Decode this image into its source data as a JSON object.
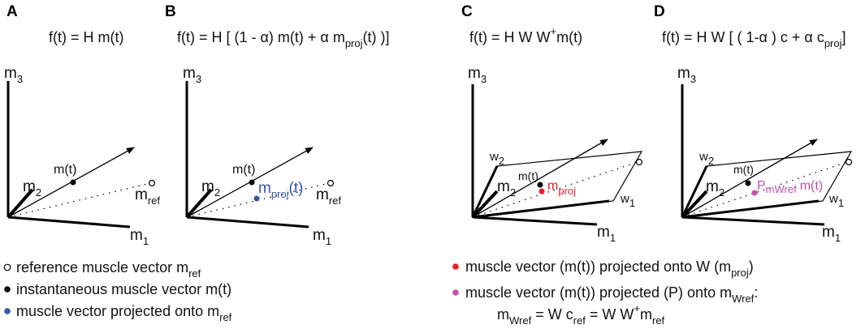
{
  "panels": [
    {
      "letter": "A",
      "equation": "f(t) = H m(t)"
    },
    {
      "letter": "B",
      "equation_pre": "f(t) = H [ (1 - α) m(t) + α m",
      "equation_sub": "proj",
      "equation_post": "(t) )]"
    },
    {
      "letter": "C",
      "equation_pre": "f(t) = H W W",
      "equation_sup": "+",
      "equation_post": "m(t)"
    },
    {
      "letter": "D",
      "equation_pre": "f(t) = H W [ ( 1-α ) c + α c",
      "equation_sub": "proj",
      "equation_post": "]"
    }
  ],
  "axes": {
    "m": "m",
    "m1_sub": "1",
    "m2_sub": "2",
    "m3_sub": "3"
  },
  "labels": {
    "mt": "m(t)",
    "mref_base": "m",
    "mref_sub": "ref",
    "mproj_base": "m",
    "mproj_sub": "proj",
    "mproj_tail": "(t)",
    "w_base": "w",
    "w1_sub": "1",
    "w2_sub": "2",
    "pmwref_base": "P",
    "pmwref_sub": "mWref",
    "pmwref_tail": "m(t)"
  },
  "legend_left": [
    {
      "marker": "open",
      "text": "reference muscle vector m",
      "sub": "ref"
    },
    {
      "marker": "black",
      "text": "instantaneous muscle vector m(t)"
    },
    {
      "marker": "blue",
      "text": "muscle vector projected  onto m",
      "sub": "ref"
    }
  ],
  "legend_right": [
    {
      "marker": "red",
      "text": "muscle vector (m(t)) projected onto W (m",
      "sub": "proj",
      "tail": ")"
    },
    {
      "marker": "magenta",
      "text": "muscle vector (m(t)) projected (P) onto m",
      "sub": "Wref",
      "tail": ":"
    }
  ],
  "legend_formula": {
    "m": "m",
    "s1": "Wref",
    "eq1": " = W c",
    "s2": "ref",
    "eq2": " = W W",
    "sup": "+",
    "m2": "m",
    "s3": "ref"
  },
  "colors": {
    "blue": "#3355aa",
    "red": "#e8202a",
    "magenta": "#c050b0",
    "black": "#000000"
  }
}
